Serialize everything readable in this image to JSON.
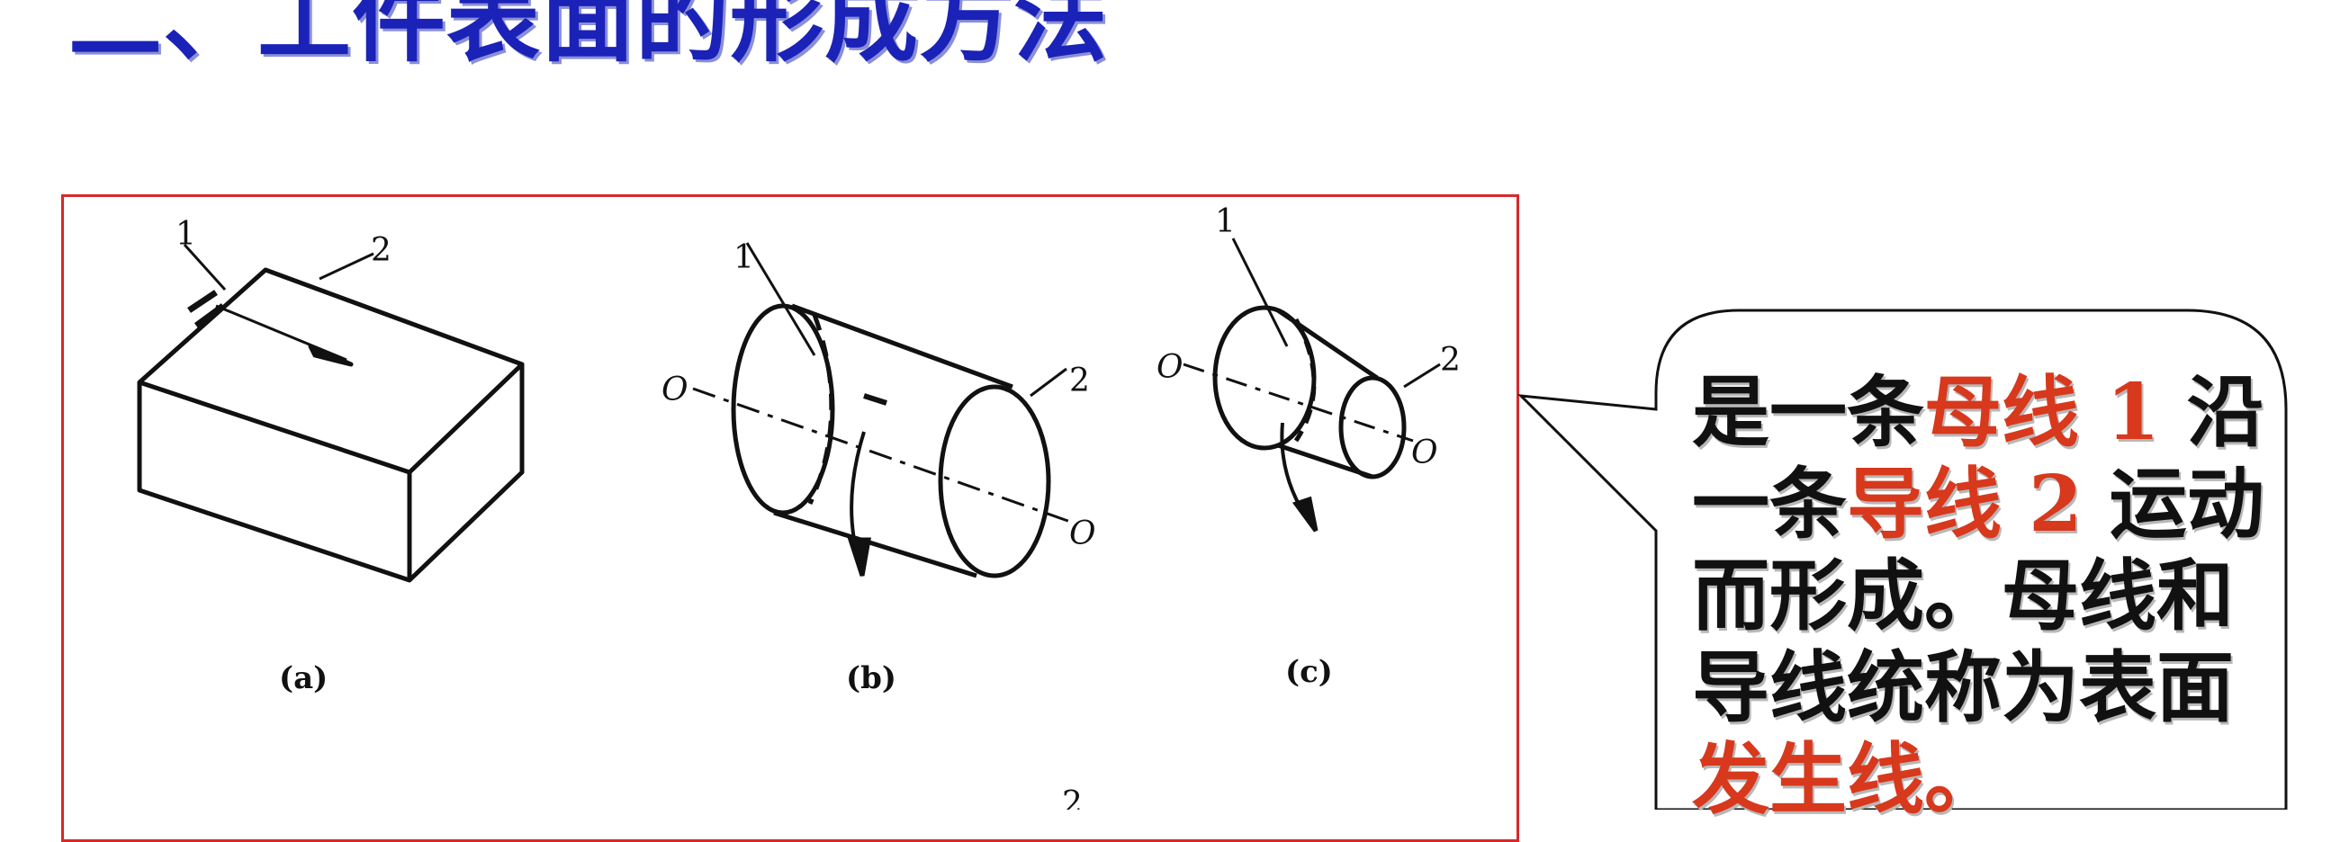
{
  "slide": {
    "title": "二、工件表面的形成方法"
  },
  "figure": {
    "panels": [
      {
        "caption": "(a)",
        "labels": [
          "1",
          "2"
        ]
      },
      {
        "caption": "(b)",
        "labels": [
          "1",
          "2"
        ],
        "axis_labels": [
          "O",
          "O"
        ]
      },
      {
        "caption": "(c)",
        "labels": [
          "1",
          "2"
        ],
        "axis_labels": [
          "O",
          "O"
        ]
      }
    ],
    "partial_label": "2"
  },
  "callout": {
    "segments": [
      {
        "text": "是一条",
        "color": "black"
      },
      {
        "text": "母线 1",
        "color": "red"
      },
      {
        "text": " 沿一条",
        "color": "black"
      },
      {
        "text": "导线 2",
        "color": "red"
      },
      {
        "text": " 运动而形成。母线和导线统称为表面",
        "color": "black"
      },
      {
        "text": "发生线。",
        "color": "red"
      }
    ]
  },
  "colors": {
    "title": "#1a22b8",
    "frame_border": "#d8282a",
    "highlight": "#d8381c"
  }
}
